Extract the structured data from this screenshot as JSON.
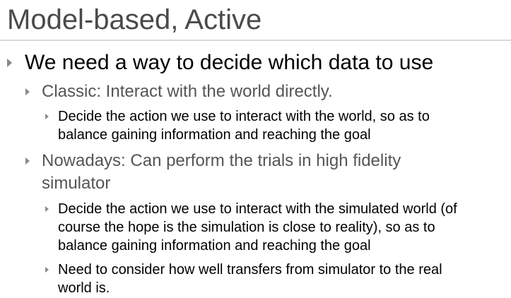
{
  "slide": {
    "title": "Model-based, Active",
    "bullets": [
      {
        "text": "We need a way to decide which data to use",
        "children": [
          {
            "line1": "Classic: Interact with the world directly.",
            "children": [
              {
                "line1": "Decide the action we use to interact with the world, so as to",
                "line2": "balance gaining information and reaching the goal"
              }
            ]
          },
          {
            "line1": "Nowadays: Can perform the trials in high fidelity",
            "line2": "simulator",
            "children": [
              {
                "line1": "Decide the action we use to interact with the simulated world (of",
                "line2": "course the hope is the simulation is close to reality), so as to",
                "line3": "balance gaining information and reaching the goal"
              },
              {
                "line1": "Need to consider how well transfers from simulator to the real",
                "line2": "world is."
              }
            ]
          }
        ]
      }
    ]
  }
}
